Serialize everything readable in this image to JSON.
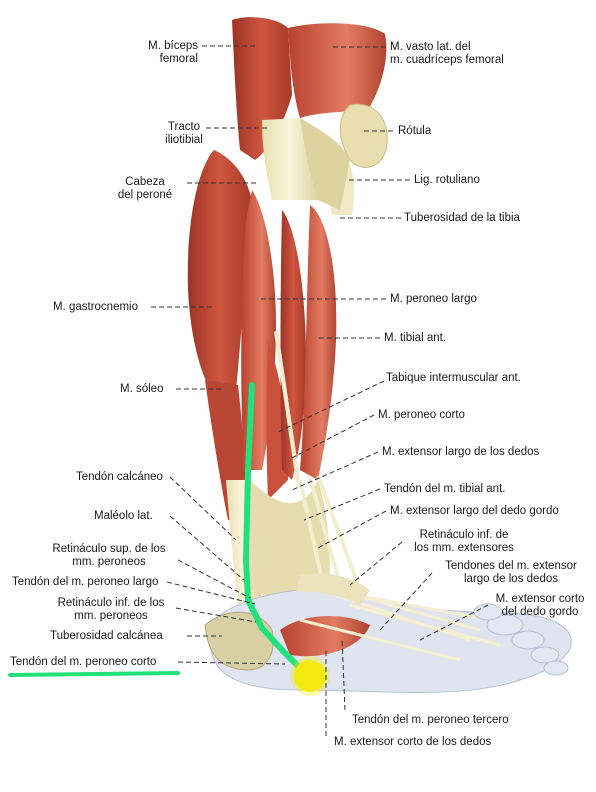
{
  "labels": {
    "biceps": [
      "M. bíceps",
      "femoral"
    ],
    "vasto": [
      "M. vasto lat. del",
      "m. cuadríceps femoral"
    ],
    "tracto": [
      "Tracto",
      "iliotibial"
    ],
    "rotula": "Rótula",
    "cabeza": [
      "Cabeza",
      "del peroné"
    ],
    "lig_rotuliano": "Lig. rotuliano",
    "tuberosidad_tibia": "Tuberosidad de la tibia",
    "gastrocnemio": "M. gastrocnemio",
    "peroneo_largo": "M. peroneo largo",
    "tibial_ant": "M. tibial ant.",
    "soleo": "M. sóleo",
    "tabique": "Tabique intermuscular ant.",
    "peroneo_corto": "M. peroneo corto",
    "ext_largo_dedos": "M. extensor largo de los dedos",
    "tendon_calcaneo": "Tendón calcáneo",
    "tendon_tibial_ant": "Tendón del m. tibial ant.",
    "maleolo": "Maléolo lat.",
    "ext_largo_gordo": "M. extensor largo del dedo gordo",
    "ret_inf_ext": [
      "Retináculo inf. de",
      "los mm. extensores"
    ],
    "ret_sup_peroneos": [
      "Retináculo sup. de los",
      "mm. peroneos"
    ],
    "tendones_ext_largo": [
      "Tendones del m. extensor",
      "largo de los dedos"
    ],
    "tendon_peroneo_largo": "Tendón del m. peroneo largo",
    "ext_corto_gordo": [
      "M. extensor corto",
      "del dedo gordo"
    ],
    "ret_inf_peroneos": [
      "Retináculo inf. de los",
      "mm. peroneos"
    ],
    "tuberosidad_calcanea": "Tuberosidad calcánea",
    "tendon_peroneo_corto": "Tendón del m. peroneo corto",
    "tendon_peroneo_tercero": "Tendón del m. peroneo tercero",
    "ext_corto_dedos": "M. extensor corto de los dedos"
  },
  "colors": {
    "muscle": "#c44a38",
    "muscle_dark": "#8e2a20",
    "muscle_light": "#e07a60",
    "tendon": "#efe6c0",
    "fascia": "#d9cf9a",
    "skin_foot": "#dfe4ef",
    "highlight_green": "#22e07a",
    "highlight_yellow": "#f5ea10",
    "leader": "#333333"
  }
}
